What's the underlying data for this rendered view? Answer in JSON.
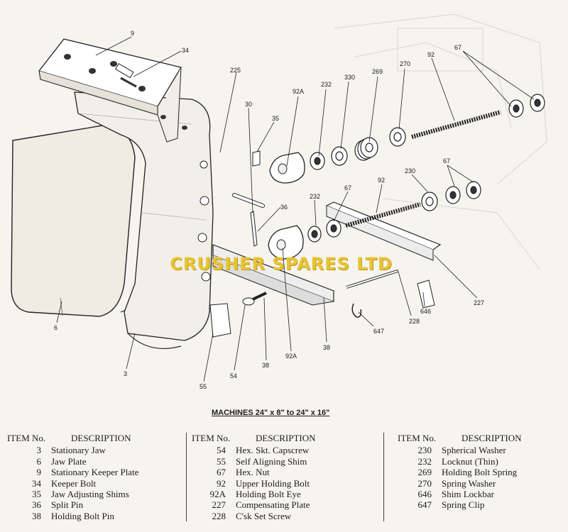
{
  "watermark": "CRUSHER SPARES LTD",
  "machines_title": "MACHINES 24\" x 8\" to 24\" x 16\"",
  "headers": {
    "item": "ITEM No.",
    "description": "DESCRIPTION"
  },
  "callouts": [
    "9",
    "34",
    "225",
    "30",
    "35",
    "92A",
    "232",
    "330",
    "269",
    "270",
    "92",
    "67",
    "36",
    "92",
    "67",
    "230",
    "67",
    "232",
    "67",
    "6",
    "3",
    "55",
    "54",
    "38",
    "92A",
    "38",
    "646",
    "227",
    "228",
    "647"
  ],
  "legend": [
    [
      {
        "num": "3",
        "desc": "Stationary Jaw"
      },
      {
        "num": "6",
        "desc": "Jaw Plate"
      },
      {
        "num": "9",
        "desc": "Stationary Keeper Plate"
      },
      {
        "num": "34",
        "desc": "Keeper Bolt"
      },
      {
        "num": "35",
        "desc": "Jaw Adjusting Shims"
      },
      {
        "num": "36",
        "desc": "Split Pin"
      },
      {
        "num": "38",
        "desc": "Holding Bolt Pin"
      }
    ],
    [
      {
        "num": "54",
        "desc": "Hex. Skt. Capscrew"
      },
      {
        "num": "55",
        "desc": "Self Aligning Shim"
      },
      {
        "num": "67",
        "desc": "Hex. Nut"
      },
      {
        "num": "92",
        "desc": "Upper Holding Bolt"
      },
      {
        "num": "92A",
        "desc": "Holding Bolt Eye"
      },
      {
        "num": "227",
        "desc": "Compensating Plate"
      },
      {
        "num": "228",
        "desc": "C'sk Set Screw"
      }
    ],
    [
      {
        "num": "230",
        "desc": "Spherical Washer"
      },
      {
        "num": "232",
        "desc": "Locknut (Thin)"
      },
      {
        "num": "269",
        "desc": "Holding Bolt Spring"
      },
      {
        "num": "270",
        "desc": "Spring Washer"
      },
      {
        "num": "646",
        "desc": "Shim Lockbar"
      },
      {
        "num": "647",
        "desc": "Spring Clip"
      }
    ]
  ],
  "colors": {
    "watermark": "#e9c434",
    "ink": "#1c1c1c",
    "paper": "#f6f4ef"
  }
}
